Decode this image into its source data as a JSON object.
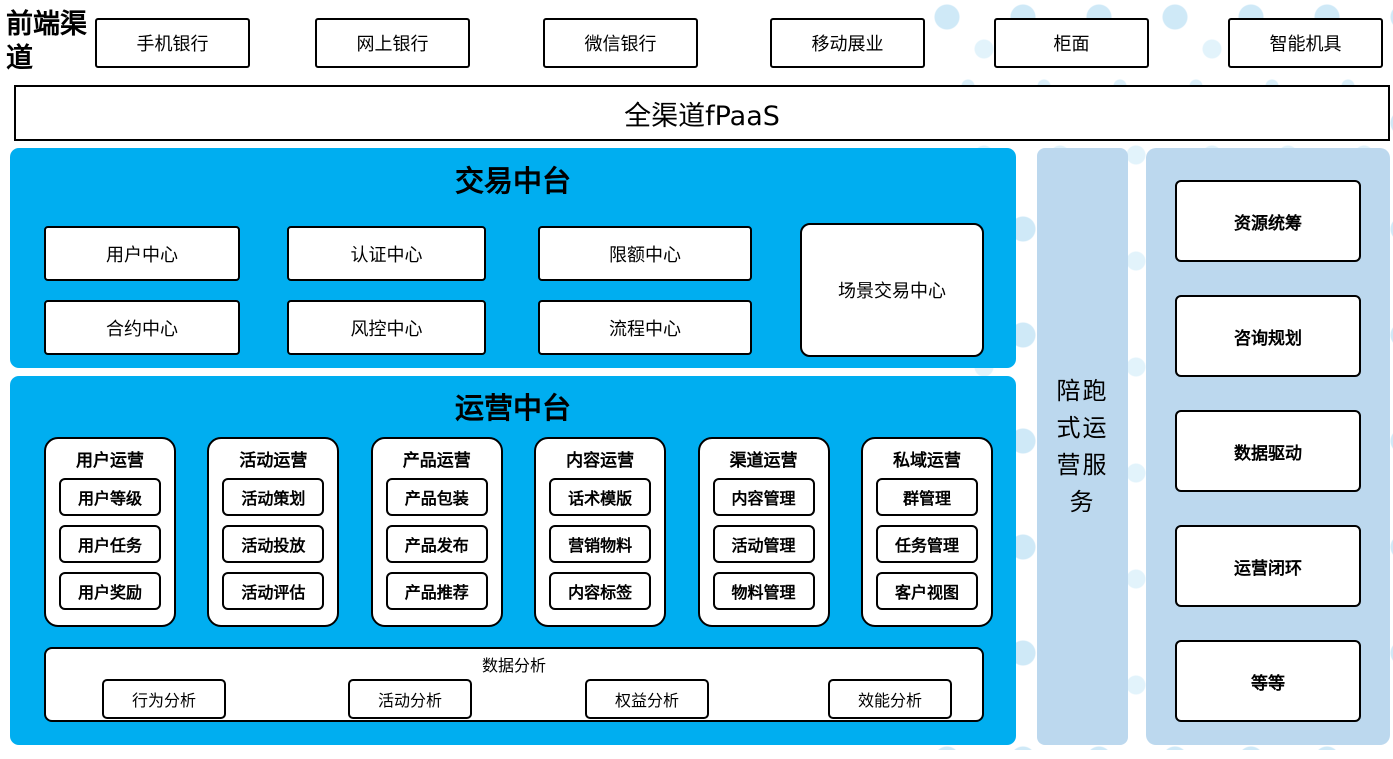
{
  "colors": {
    "primary_blue": "#00AEF0",
    "light_blue": "#BCD8EE",
    "dot_blue": "#CFE9F7",
    "box_border": "#000000"
  },
  "front_channels": {
    "label": "前端渠道",
    "items": [
      "手机银行",
      "网上银行",
      "微信银行",
      "移动展业",
      "柜面",
      "智能机具"
    ]
  },
  "fpaas_bar": {
    "label": "全渠道fPaaS"
  },
  "trade_platform": {
    "title": "交易中台",
    "row1": [
      "用户中心",
      "认证中心",
      "限额中心"
    ],
    "row2": [
      "合约中心",
      "风控中心",
      "流程中心"
    ],
    "scene_center": "场景交易中心"
  },
  "ops_platform": {
    "title": "运营中台",
    "columns": [
      {
        "title": "用户运营",
        "items": [
          "用户等级",
          "用户任务",
          "用户奖励"
        ]
      },
      {
        "title": "活动运营",
        "items": [
          "活动策划",
          "活动投放",
          "活动评估"
        ]
      },
      {
        "title": "产品运营",
        "items": [
          "产品包装",
          "产品发布",
          "产品推荐"
        ]
      },
      {
        "title": "内容运营",
        "items": [
          "话术模版",
          "营销物料",
          "内容标签"
        ]
      },
      {
        "title": "渠道运营",
        "items": [
          "内容管理",
          "活动管理",
          "物料管理"
        ]
      },
      {
        "title": "私域运营",
        "items": [
          "群管理",
          "任务管理",
          "客户视图"
        ]
      }
    ],
    "analysis": {
      "title": "数据分析",
      "items": [
        "行为分析",
        "活动分析",
        "权益分析",
        "效能分析"
      ]
    }
  },
  "companion_bar": {
    "label": "陪跑式运营服务"
  },
  "service_column": {
    "items": [
      "资源统筹",
      "咨询规划",
      "数据驱动",
      "运营闭环",
      "等等"
    ]
  }
}
